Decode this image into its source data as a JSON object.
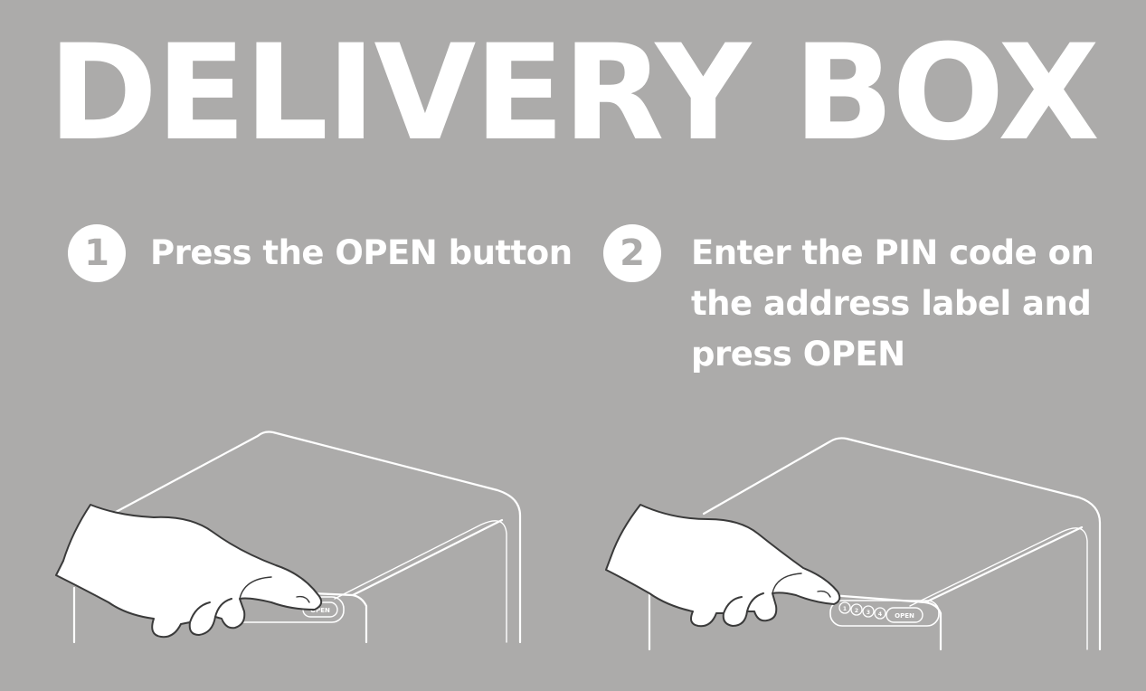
{
  "title": "DELIVERY BOX",
  "steps": [
    {
      "number": "1",
      "text": "Press the OPEN button"
    },
    {
      "number": "2",
      "text_lines": [
        "Enter the PIN code on",
        "the address label and",
        "press OPEN"
      ]
    }
  ],
  "illustration": {
    "open_button_label": "OPEN",
    "keypad_digits": [
      "1",
      "2",
      "3",
      "4"
    ]
  },
  "colors": {
    "background": "#acabaa",
    "foreground": "#ffffff",
    "line": "#ffffff",
    "hand_outline": "#3a3a3a"
  }
}
